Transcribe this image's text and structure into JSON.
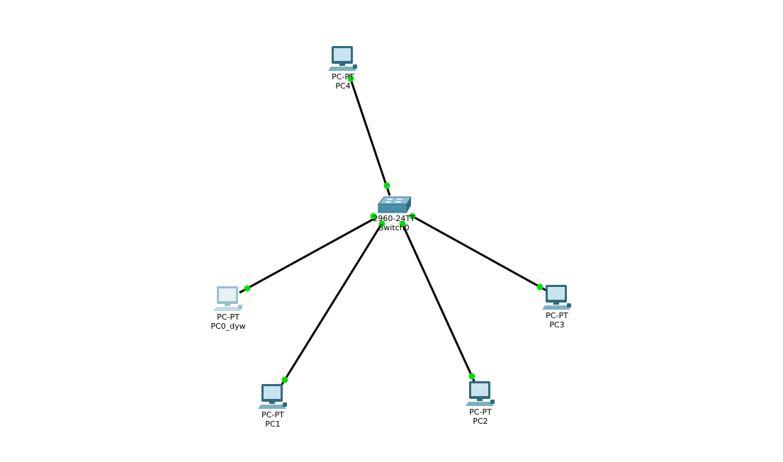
{
  "colors": {
    "background": "#ffffff",
    "link": "#000000",
    "port_up": "#00e000",
    "pc_screen": "#c9e3ee",
    "pc_frame": "#2f6b80",
    "pc_frame_pale": "#9cc0cc",
    "switch_body": "#4a8fa6"
  },
  "devices": [
    {
      "id": "pc4",
      "icon": "pc-icon",
      "model": "PC-PT",
      "name": "PC4"
    },
    {
      "id": "switch0",
      "icon": "switch-icon",
      "model": "2960-24TT",
      "name": "Switch0"
    },
    {
      "id": "pc0",
      "icon": "pc-icon",
      "model": "PC-PT",
      "name": "PC0_dyw",
      "pale": true
    },
    {
      "id": "pc3",
      "icon": "pc-icon",
      "model": "PC-PT",
      "name": "PC3"
    },
    {
      "id": "pc1",
      "icon": "pc-icon",
      "model": "PC-PT",
      "name": "PC1"
    },
    {
      "id": "pc2",
      "icon": "pc-icon",
      "model": "PC-PT",
      "name": "PC2"
    }
  ],
  "links": [
    {
      "from": "switch0",
      "to": "pc4",
      "status_from": "up",
      "status_to": "up"
    },
    {
      "from": "switch0",
      "to": "pc0",
      "status_from": "up",
      "status_to": "up"
    },
    {
      "from": "switch0",
      "to": "pc1",
      "status_from": "up",
      "status_to": "up"
    },
    {
      "from": "switch0",
      "to": "pc2",
      "status_from": "up",
      "status_to": "up"
    },
    {
      "from": "switch0",
      "to": "pc3",
      "status_from": "up",
      "status_to": "up"
    }
  ]
}
